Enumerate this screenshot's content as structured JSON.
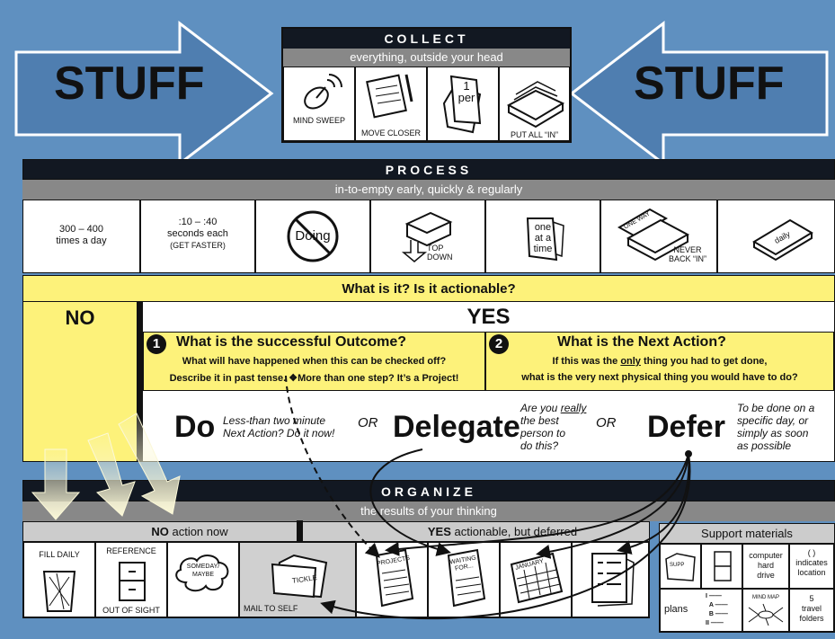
{
  "stuff_left": "STUFF",
  "stuff_right": "STUFF",
  "collect": {
    "title": "COLLECT",
    "subtitle": "everything, outside your head",
    "items": [
      "MIND SWEEP",
      "MOVE CLOSER",
      "1 per",
      "PUT ALL “IN”"
    ]
  },
  "process": {
    "title": "PROCESS",
    "subtitle": "in-to-empty early, quickly & regularly",
    "c1a": "300 – 400",
    "c1b": "times a day",
    "c2a": ":10 – :40",
    "c2b": "seconds each",
    "c2c": "(GET FASTER)",
    "doing": "Doing",
    "top": "TOP",
    "down": "DOWN",
    "one_at_a_time": [
      "one",
      "at a",
      "time"
    ],
    "one_way": "ONE WAY",
    "never": "NEVER",
    "back_in": "BACK “IN”",
    "daily": "daily"
  },
  "question": "What is it? Is it actionable?",
  "no": "NO",
  "yes": "YES",
  "outcome": {
    "num": "1",
    "title": "What is the successful Outcome?",
    "line1": "What will have happened when this can be checked off?",
    "line2": "Describe it in past tense. ❖More than one step? It’s a Project!"
  },
  "next_action": {
    "num": "2",
    "title": "What is the Next Action?",
    "line1a": "If this was the ",
    "line1b": "only",
    "line1c": " thing you had to get done,",
    "line2": "what is the very next physical thing you would have to do?"
  },
  "do": {
    "word": "Do",
    "desc1": "Less-than two minute",
    "desc2": "Next Action? Do it now!"
  },
  "or1": "OR",
  "delegate": {
    "word": "Delegate",
    "d1a": "Are you ",
    "d1b": "really",
    "d2": "the best",
    "d3": "person to",
    "d4": "do this?"
  },
  "or2": "OR",
  "defer": {
    "word": "Defer",
    "d1": "To be done on a",
    "d2": "specific day, or",
    "d3": "simply as soon",
    "d4": "as possible"
  },
  "organize": {
    "title": "ORGANIZE",
    "subtitle": "the results of your thinking",
    "no_head_b": "NO",
    "no_head": " action now",
    "yes_head_b": "YES",
    "yes_head": " actionable, but deferred",
    "fill_daily": "FILL DAILY",
    "reference": "REFERENCE",
    "out_of_sight": "OUT OF SIGHT",
    "someday1": "SOMEDAY/",
    "someday2": "MAYBE",
    "tickle": "TICKLE",
    "mail": "MAIL TO SELF",
    "projects": "PROJECTS",
    "waiting1": "WAITING",
    "waiting2": "FOR...",
    "january": "JANUARY"
  },
  "support": {
    "title": "Support materials",
    "supp": "SUPP",
    "computer": [
      "computer",
      "hard",
      "drive"
    ],
    "parens": "(      )",
    "indicates": [
      "indicates",
      "location"
    ],
    "plans": "plans",
    "outline": [
      "I",
      "A",
      "B",
      "II"
    ],
    "mindmap": "MIND MAP",
    "travel": [
      "5",
      "travel",
      "folders"
    ]
  }
}
